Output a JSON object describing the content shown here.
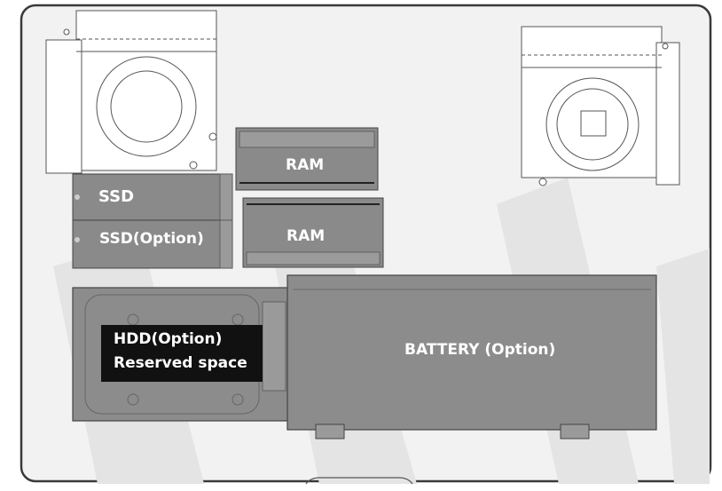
{
  "labels": {
    "ram_top": "RAM",
    "ram_bottom": "RAM",
    "ssd": "SSD",
    "ssd_option": "SSD(Option)",
    "hdd_line1": "HDD(Option)",
    "hdd_line2": "Reserved space",
    "battery": "BATTERY (Option)"
  },
  "colors": {
    "chassis_fill": "#f2f2f2",
    "chassis_outline": "#3a3a3a",
    "watermark": "#e4e4e4",
    "component_fill": "#8a8a8a",
    "battery_fill": "#8c8c8c",
    "label_box": "#111111",
    "label_text": "#ffffff"
  },
  "icons": {
    "fan_left": "fan-icon",
    "fan_right": "fan-icon"
  }
}
